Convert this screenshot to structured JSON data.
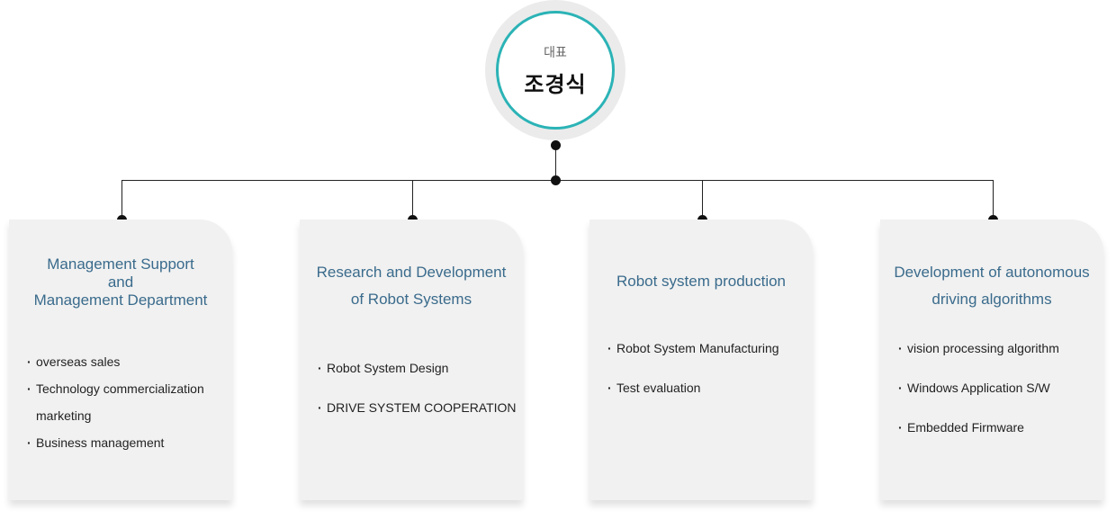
{
  "ceo": {
    "role": "대표",
    "name": "조경식"
  },
  "departments": [
    {
      "title_lines": [
        "Management Support",
        "and",
        "Management Department"
      ],
      "items": [
        "overseas sales",
        "Technology commercialization marketing",
        "Business management"
      ]
    },
    {
      "title_lines": [
        "Research and Development",
        "of Robot Systems"
      ],
      "items": [
        "Robot System Design",
        "DRIVE SYSTEM COOPERATION"
      ]
    },
    {
      "title_lines": [
        "Robot system production"
      ],
      "items": [
        "Robot System Manufacturing",
        "Test evaluation"
      ]
    },
    {
      "title_lines": [
        "Development of autonomous",
        "driving algorithms"
      ],
      "items": [
        "vision processing algorithm",
        "Windows Application S/W",
        "Embedded Firmware"
      ]
    }
  ]
}
